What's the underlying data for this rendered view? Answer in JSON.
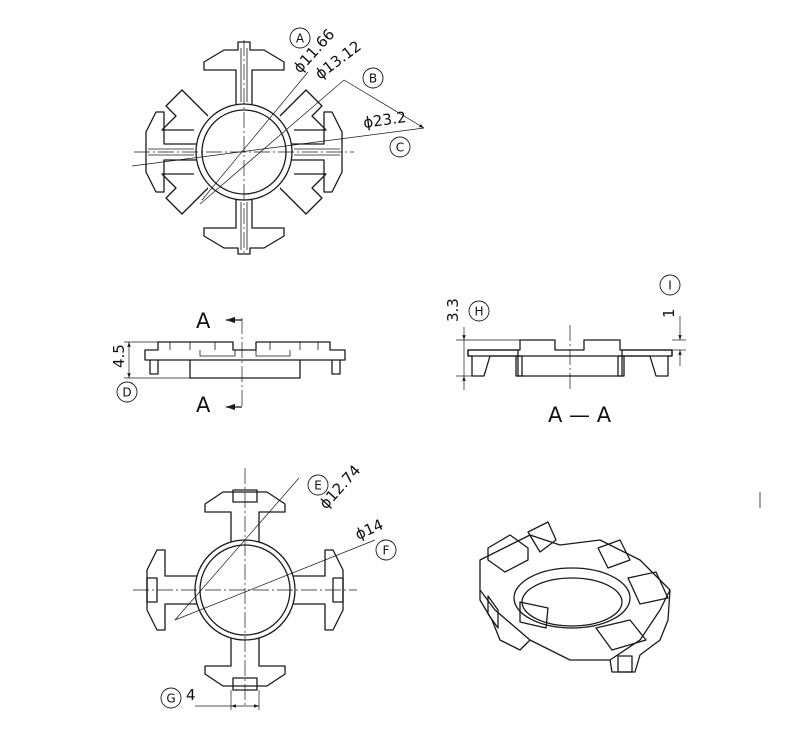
{
  "top_view": {
    "dia_inner": "ϕ11.66",
    "dia_middle": "ϕ13.12",
    "dia_outer": "ϕ23.2",
    "label_a": "A",
    "label_b": "B",
    "label_c": "C"
  },
  "side_view": {
    "height": "4.5",
    "label_d": "D",
    "section_mark": "A"
  },
  "section_view": {
    "height_total": "3.3",
    "thickness": "1",
    "label_h": "H",
    "label_i": "I",
    "title": "A — A"
  },
  "bottom_view": {
    "dia_inner": "ϕ12.74",
    "dia_outer": "ϕ14",
    "width": "4",
    "label_e": "E",
    "label_f": "F",
    "label_g": "G"
  }
}
